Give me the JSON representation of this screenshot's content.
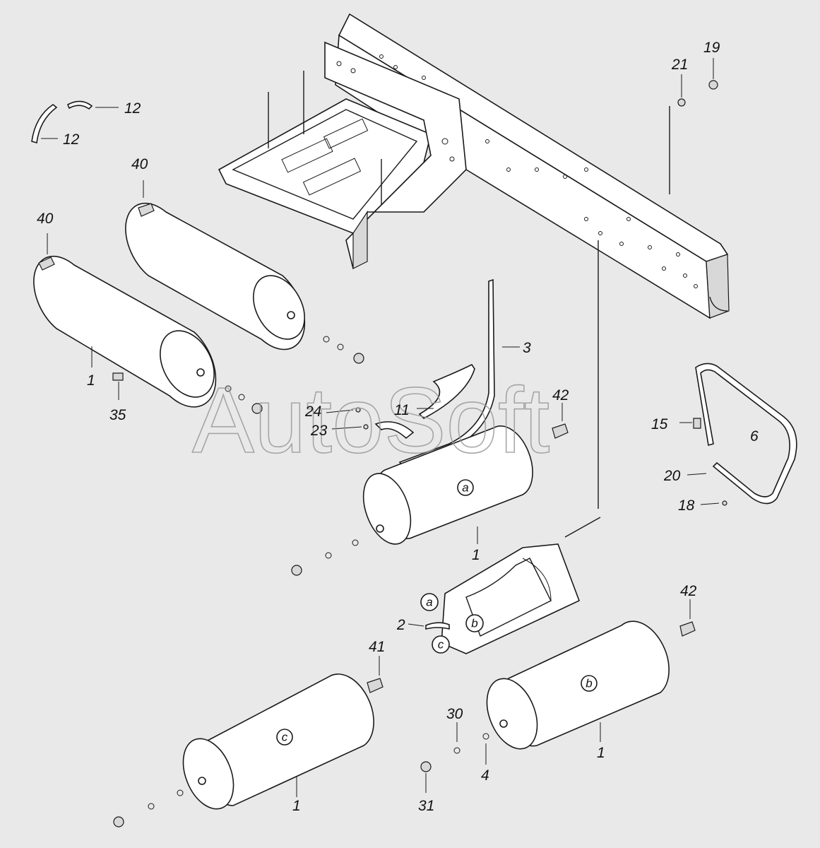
{
  "watermark": "AutoSoft",
  "callouts": {
    "c12a": "12",
    "c12b": "12",
    "c40a": "40",
    "c40b": "40",
    "c1a": "1",
    "c35": "35",
    "c3": "3",
    "c11": "11",
    "c24": "24",
    "c23": "23",
    "c42a": "42",
    "c19": "19",
    "c21": "21",
    "c15": "15",
    "c6": "6",
    "c20": "20",
    "c18": "18",
    "c1b": "1",
    "c2": "2",
    "c42b": "42",
    "c41": "41",
    "c30": "30",
    "c4": "4",
    "c31": "31",
    "c1c": "1",
    "c1d": "1"
  },
  "letters": {
    "tank_a": "a",
    "bracket_a": "a",
    "bracket_b": "b",
    "bracket_c": "c",
    "tank_b": "b",
    "tank_c": "c"
  }
}
